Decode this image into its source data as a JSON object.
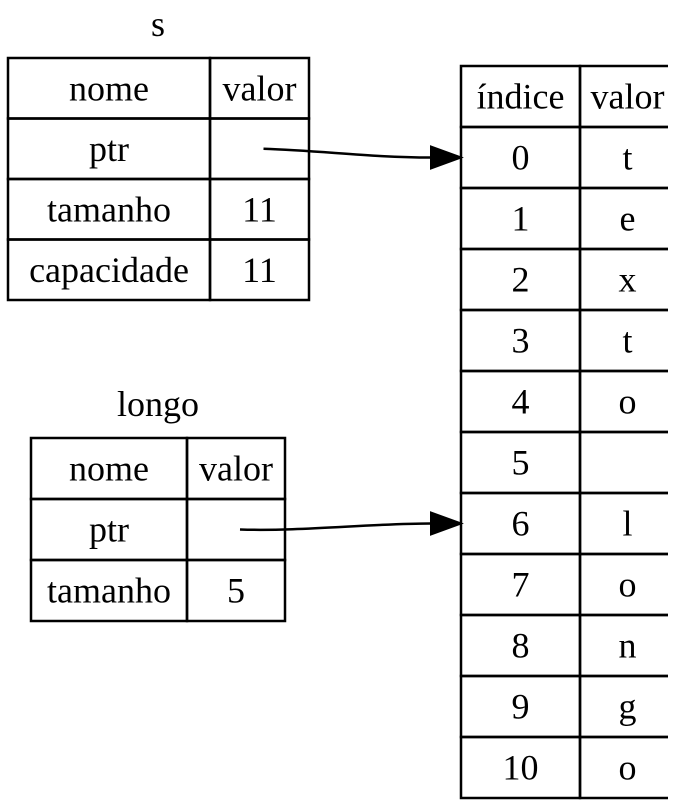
{
  "s_table": {
    "title": "s",
    "header": [
      "nome",
      "valor"
    ],
    "rows": [
      [
        "ptr",
        ""
      ],
      [
        "tamanho",
        "11"
      ],
      [
        "capacidade",
        "11"
      ]
    ]
  },
  "longo_table": {
    "title": "longo",
    "header": [
      "nome",
      "valor"
    ],
    "rows": [
      [
        "ptr",
        ""
      ],
      [
        "tamanho",
        "5"
      ]
    ]
  },
  "heap_table": {
    "header": [
      "índice",
      "valor"
    ],
    "rows": [
      [
        "0",
        "t"
      ],
      [
        "1",
        "e"
      ],
      [
        "2",
        "x"
      ],
      [
        "3",
        "t"
      ],
      [
        "4",
        "o"
      ],
      [
        "5",
        ""
      ],
      [
        "6",
        "l"
      ],
      [
        "7",
        "o"
      ],
      [
        "8",
        "n"
      ],
      [
        "9",
        "g"
      ],
      [
        "10",
        "o"
      ]
    ]
  },
  "pointers": [
    {
      "from": "s.ptr",
      "to": "heap.0"
    },
    {
      "from": "longo.ptr",
      "to": "heap.6"
    }
  ]
}
